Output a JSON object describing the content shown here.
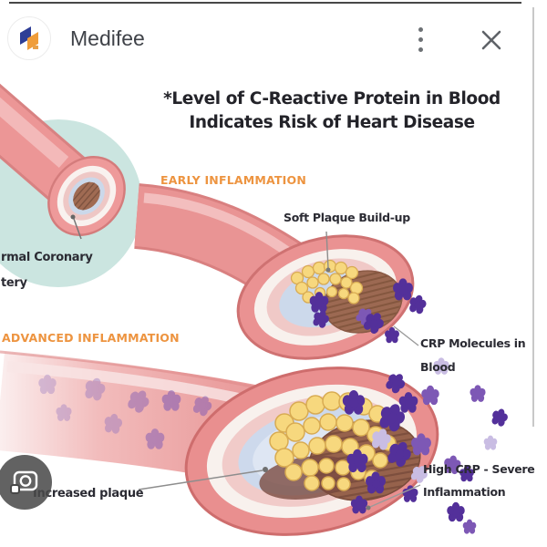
{
  "header": {
    "app_name": "Medifee",
    "icons": {
      "logo": "medifee-logo-icon",
      "menu": "kebab-menu-icon",
      "close": "close-icon"
    }
  },
  "figure": {
    "title": {
      "line1": "*Level of C-Reactive Protein in Blood",
      "line2": "Indicates Risk of Heart Disease"
    },
    "sections": {
      "early": "EARLY INFLAMMATION",
      "advanced": "ADVANCED INFLAMMATION"
    },
    "callouts": {
      "soft_plaque": "Soft Plaque Build-up",
      "crp_line1": "CRP Molecules in",
      "crp_line2": "Blood",
      "high_crp_line1": "High CRP - Severe",
      "high_crp_line2": "Inflammation",
      "increased_plaque": "Increased plaque",
      "normal_artery_line1": "rmal Coronary",
      "normal_artery_line2": "tery"
    },
    "colors": {
      "accent_orange": "#ED9440",
      "label_dark": "#2B2B33",
      "artery_pink": "#E99494",
      "plaque_yellow": "#F7D87E",
      "molecule_purple": "#53309A",
      "backdrop_teal": "#CBE5E0"
    }
  },
  "lens_button": {
    "icon": "google-lens-camera-icon"
  }
}
